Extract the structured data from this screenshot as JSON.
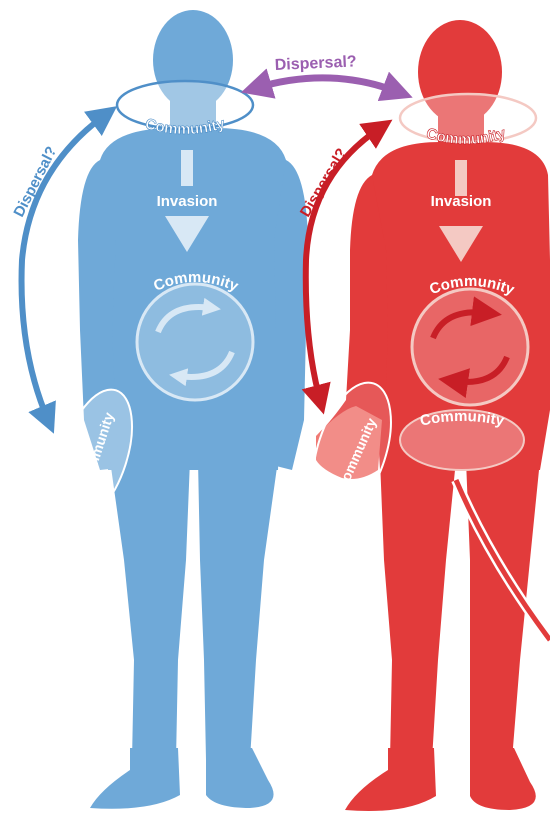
{
  "colors": {
    "blue_body": "#6fa9d8",
    "blue_dark": "#4f8fc8",
    "red_body": "#e23b3b",
    "red_dark": "#c81e26",
    "purple": "#9b5fb0",
    "white": "#ffffff"
  },
  "labels": {
    "dispersal_top": "Dispersal?",
    "dispersal_left": "Dispersal?",
    "dispersal_right": "Dispersal?",
    "blue_head_community": "Community",
    "blue_invasion": "Invasion",
    "blue_gut_community": "Community",
    "blue_hand_community": "Community",
    "red_head_community": "Community",
    "red_invasion": "Invasion",
    "red_gut_community": "Community",
    "red_pelvis_community": "Community",
    "red_hand_community": "Community"
  },
  "icons": [
    "dispersal-arrow-icon",
    "invasion-arrow-icon",
    "cycle-arrows-icon"
  ]
}
